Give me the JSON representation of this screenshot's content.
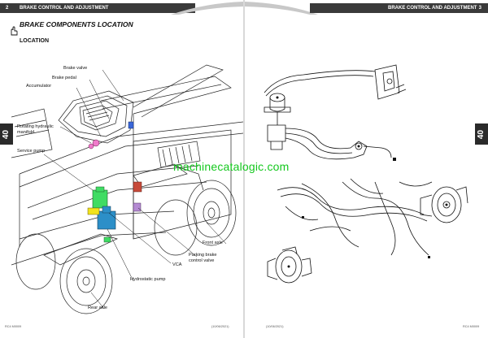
{
  "header": {
    "left_page_number": "2",
    "left_title": "BRAKE CONTROL AND ADJUSTMENT",
    "right_title": "BRAKE CONTROL AND ADJUSTMENT",
    "right_page_number": "3"
  },
  "section_tab": "40",
  "section_title": "BRAKE COMPONENTS LOCATION",
  "subsection_title": "LOCATION",
  "labels": {
    "brake_valve": "Brake valve",
    "brake_pedal": "Brake pedal",
    "accumulator": "Accumulator",
    "rotating_line1": "Rotating hydraulic",
    "rotating_line2": "manifold",
    "service_pump": "Service pump",
    "front_axle": "Front axle",
    "parking_line1": "Parking brake",
    "parking_line2": "control valve",
    "vca": "VCA",
    "hydrostatic_pump": "Hydrostatic pump",
    "rear_axle": "Rear axle"
  },
  "footer": {
    "left_code": "RC4 M0009",
    "left_date": "(10/06/2021)",
    "right_date": "(10/06/2021)",
    "right_code": "RC4 M0009"
  },
  "watermark": "machinecatalogic.com",
  "colors": {
    "header_bar": "#3a3a3a",
    "tab": "#2a2a2a",
    "watermark": "#14c81e",
    "highlight_green": "#3fdc63",
    "highlight_blue": "#2c8fc8",
    "highlight_pink": "#f07acb",
    "highlight_red": "#c74a3a",
    "highlight_yellow": "#f2e31c"
  }
}
